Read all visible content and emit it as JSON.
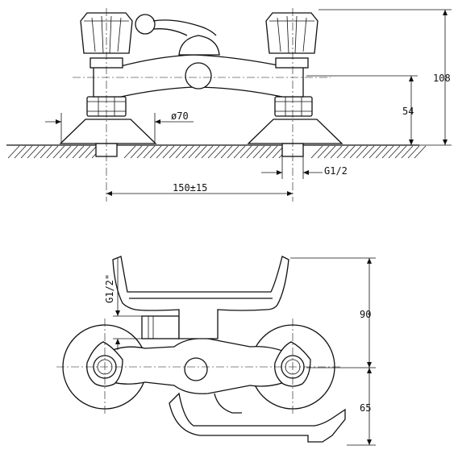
{
  "dimensions": {
    "top_height": "108",
    "top_center": "54",
    "flange_dia": "ø70",
    "thread_top": "G1/2",
    "spacing": "150±15",
    "spout_height": "90",
    "spout_drop": "65",
    "thread_side": "G1/2\""
  }
}
